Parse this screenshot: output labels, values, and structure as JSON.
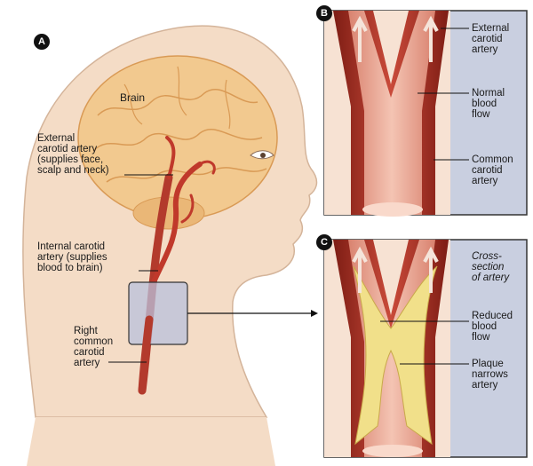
{
  "panels": {
    "a": {
      "letter": "A"
    },
    "b": {
      "letter": "B"
    },
    "c": {
      "letter": "C",
      "cross_section": "Cross-\nsection\nof artery"
    }
  },
  "labels": {
    "brain": "Brain",
    "external_carotid_a": "External\ncarotid artery\n(supplies face,\nscalp and neck)",
    "internal_carotid": "Internal carotid\nartery (supplies\nblood to brain)",
    "right_common_carotid": "Right\ncommon\ncarotid\nartery",
    "external_carotid_b": "External\ncarotid\nartery",
    "normal_blood_flow": "Normal\nblood\nflow",
    "common_carotid_b": "Common\ncarotid\nartery",
    "reduced_blood_flow": "Reduced\nblood\nflow",
    "plaque": "Plaque\nnarrows\nartery"
  },
  "colors": {
    "skin": "#f4dcc6",
    "brain": "#f2c98f",
    "artery": "#c0392b",
    "artery_dark": "#8e2419",
    "plaque": "#f1e08a",
    "panel_bg": "#c9cfe0",
    "frame": "#333333"
  }
}
